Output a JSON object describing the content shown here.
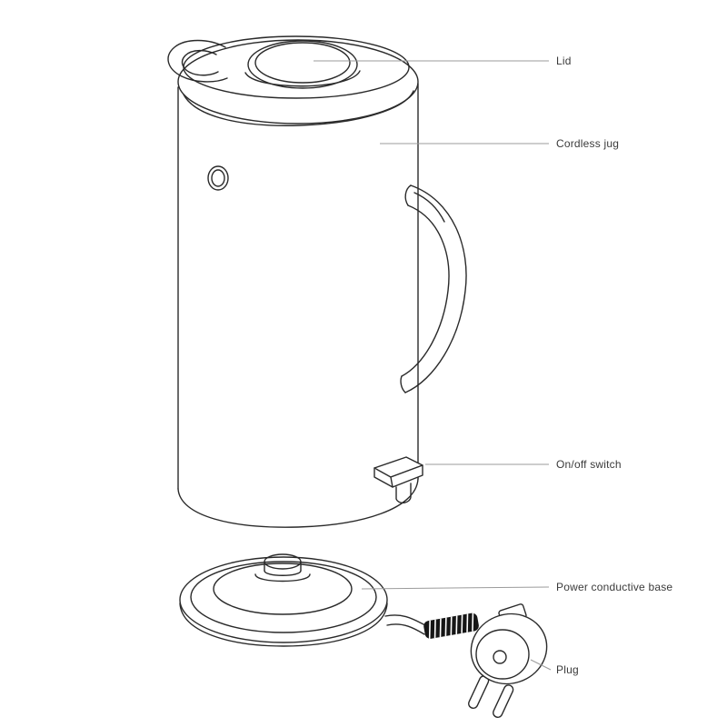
{
  "diagram": {
    "colors": {
      "line": "#2a2a2a",
      "leader": "#9b9b9b",
      "label_text": "#3a3a3a",
      "background": "#ffffff",
      "coil_fill": "#161616"
    },
    "labels": [
      {
        "id": "lid",
        "text": "Lid"
      },
      {
        "id": "cordless-jug",
        "text": "Cordless jug"
      },
      {
        "id": "on-off-switch",
        "text": "On/off switch"
      },
      {
        "id": "power-conductive-base",
        "text": "Power conductive base"
      },
      {
        "id": "plug",
        "text": "Plug"
      }
    ]
  }
}
